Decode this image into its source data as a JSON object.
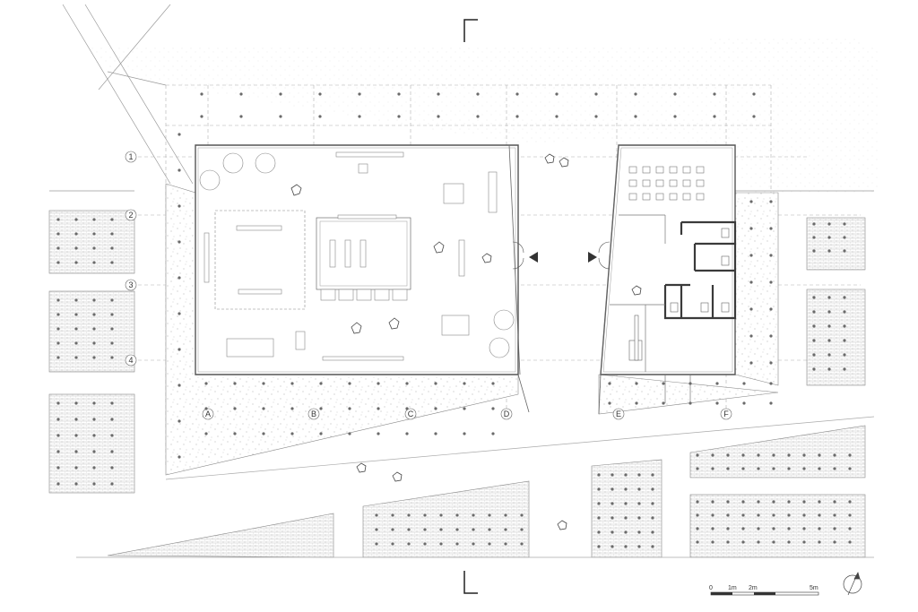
{
  "grid": {
    "rows": [
      "1",
      "2",
      "3",
      "4"
    ],
    "columns": [
      "A",
      "B",
      "C",
      "D",
      "E",
      "F"
    ]
  },
  "scale_bar": {
    "labels": [
      "0",
      "1m",
      "2m",
      "5m"
    ]
  },
  "colors": {
    "line": "#555555",
    "light_line": "#9a9a9a",
    "hatch": "#c8c8c8",
    "dot": "#6a6a6a",
    "wall": "#3a3a3a",
    "arrow": "#333333"
  }
}
